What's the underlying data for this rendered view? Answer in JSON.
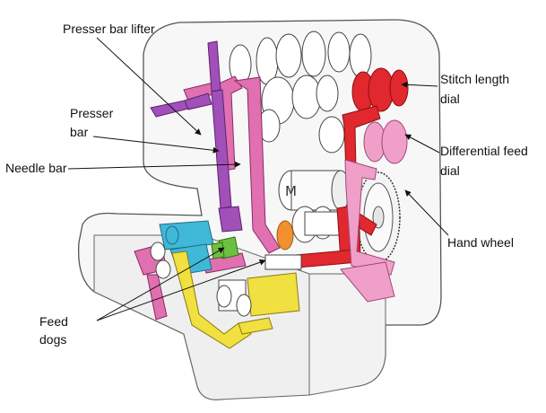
{
  "labels": {
    "presser_bar_lifter": "Presser bar lifter",
    "presser_bar_line1": "Presser",
    "presser_bar_line2": "bar",
    "needle_bar": "Needle bar",
    "stitch_length_line1": "Stitch length",
    "stitch_length_line2": "dial",
    "differential_line1": "Differential feed",
    "differential_line2": "dial",
    "hand_wheel": "Hand wheel",
    "feed_dogs_line1": "Feed",
    "feed_dogs_line2": "dogs"
  },
  "motor_mark": "M",
  "colors": {
    "stitch_length_dial": "#e0282e",
    "differential_feed_dial": "#f0a0c8",
    "presser_bar_lifter": "#a050b8",
    "needle_bar": "#e070b0",
    "feed_dogs_blue": "#40b8d8",
    "feed_dogs_green": "#6cc040",
    "yellow_linkage": "#f0e040",
    "orange_gear": "#f09030",
    "body_outline": "#555555"
  }
}
